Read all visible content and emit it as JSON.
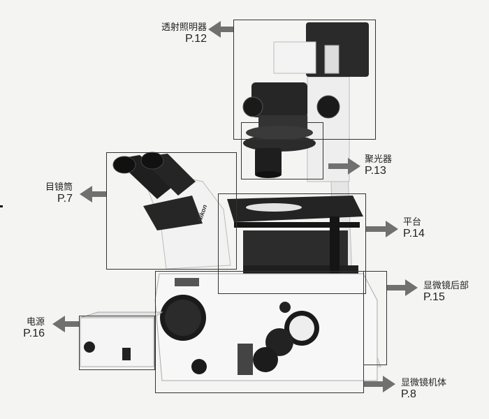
{
  "callouts": [
    {
      "name": "transmitted-illuminator",
      "zh": "透射照明器",
      "page": "P.12"
    },
    {
      "name": "condenser",
      "zh": "聚光器",
      "page": "P.13"
    },
    {
      "name": "eyepiece-tube",
      "zh": "目镜筒",
      "page": "P.7"
    },
    {
      "name": "stage",
      "zh": "平台",
      "page": "P.14"
    },
    {
      "name": "microscope-rear",
      "zh": "显微镜后部",
      "page": "P.15"
    },
    {
      "name": "power-supply",
      "zh": "电源",
      "page": "P.16"
    },
    {
      "name": "microscope-body",
      "zh": "显微镜机体",
      "page": "P.8"
    }
  ],
  "product": {
    "brand": "Nikon"
  },
  "colors": {
    "arrow": "#6e6e6e",
    "frame": "#333333",
    "body": "#f6f6f6",
    "dark": "#1e1e1e"
  }
}
